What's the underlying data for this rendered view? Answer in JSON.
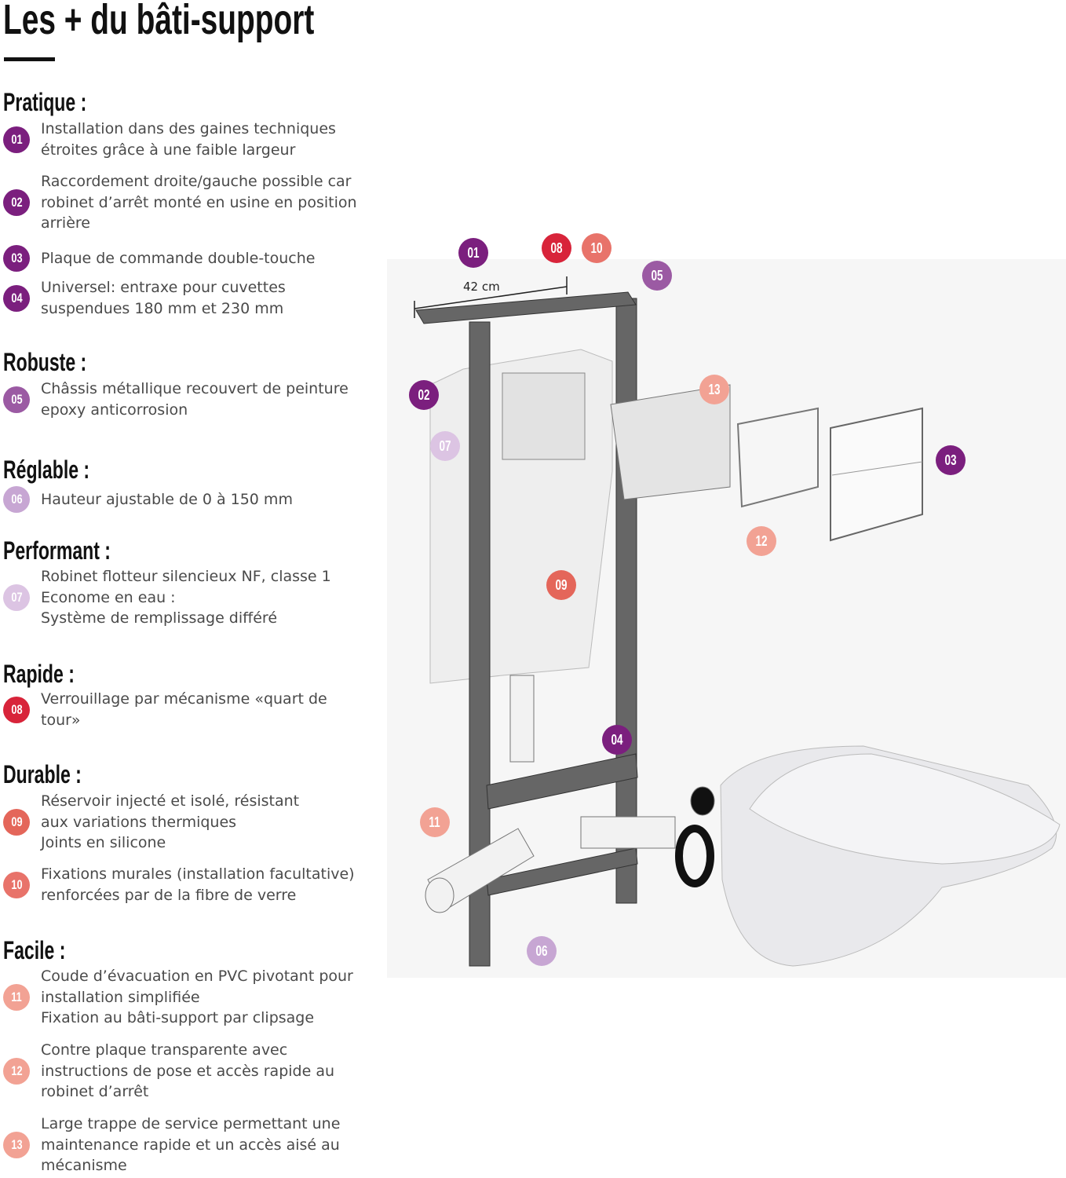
{
  "title": "Les + du bâti-support",
  "sections": [
    {
      "heading": "Pratique :",
      "items": [
        {
          "num": "01",
          "color": "#7b1f7e",
          "lines": [
            "Installation dans des gaines techniques",
            "étroites grâce à une faible largeur"
          ]
        },
        {
          "num": "02",
          "color": "#7b1f7e",
          "lines": [
            "Raccordement droite/gauche possible car",
            "robinet d’arrêt monté en usine en position",
            "arrière"
          ]
        },
        {
          "num": "03",
          "color": "#7b1f7e",
          "lines": [
            "Plaque de commande double-touche"
          ]
        },
        {
          "num": "04",
          "color": "#7b1f7e",
          "lines": [
            "Universel: entraxe pour cuvettes",
            "suspendues 180 mm et 230 mm"
          ]
        }
      ]
    },
    {
      "heading": "Robuste :",
      "items": [
        {
          "num": "05",
          "color": "#9b5aa3",
          "lines": [
            "Châssis métallique recouvert de peinture",
            "epoxy anticorrosion"
          ]
        }
      ]
    },
    {
      "heading": "Réglable :",
      "items": [
        {
          "num": "06",
          "color": "#c7a6d3",
          "lines": [
            "Hauteur ajustable de 0 à 150 mm"
          ]
        }
      ]
    },
    {
      "heading": "Performant :",
      "items": [
        {
          "num": "07",
          "color": "#dcc4e3",
          "lines": [
            "Robinet flotteur silencieux NF, classe 1",
            "Econome en eau :",
            "Système de remplissage différé"
          ]
        }
      ]
    },
    {
      "heading": "Rapide :",
      "items": [
        {
          "num": "08",
          "color": "#d8243a",
          "lines": [
            "Verrouillage par mécanisme «quart de",
            "tour»"
          ]
        }
      ]
    },
    {
      "heading": "Durable :",
      "items": [
        {
          "num": "09",
          "color": "#e4665a",
          "lines": [
            "Réservoir injecté et isolé, résistant",
            "aux variations thermiques",
            "Joints en silicone"
          ]
        },
        {
          "num": "10",
          "color": "#e8736a",
          "lines": [
            "Fixations murales (installation facultative)",
            "renforcées par de la fibre de verre"
          ]
        }
      ]
    },
    {
      "heading": "Facile :",
      "items": [
        {
          "num": "11",
          "color": "#f2a294",
          "lines": [
            "Coude d’évacuation en PVC pivotant pour",
            "installation simplifiée",
            "Fixation au bâti-support par clipsage"
          ]
        },
        {
          "num": "12",
          "color": "#f2a294",
          "lines": [
            "Contre plaque transparente avec",
            "instructions de pose et accès rapide au",
            "robinet d’arrêt"
          ]
        },
        {
          "num": "13",
          "color": "#f2a294",
          "lines": [
            "Large trappe de service permettant une",
            "maintenance rapide et un accès aisé au",
            "mécanisme"
          ]
        }
      ]
    }
  ],
  "diagram": {
    "width_label": "42 cm",
    "badges": [
      {
        "num": "01",
        "color": "#7b1f7e"
      },
      {
        "num": "08",
        "color": "#d8243a"
      },
      {
        "num": "10",
        "color": "#e8736a"
      },
      {
        "num": "05",
        "color": "#9b5aa3"
      },
      {
        "num": "02",
        "color": "#7b1f7e"
      },
      {
        "num": "13",
        "color": "#f2a294"
      },
      {
        "num": "07",
        "color": "#dcc4e3"
      },
      {
        "num": "03",
        "color": "#7b1f7e"
      },
      {
        "num": "12",
        "color": "#f2a294"
      },
      {
        "num": "09",
        "color": "#e4665a"
      },
      {
        "num": "04",
        "color": "#7b1f7e"
      },
      {
        "num": "11",
        "color": "#f2a294"
      },
      {
        "num": "06",
        "color": "#c7a6d3"
      }
    ]
  }
}
